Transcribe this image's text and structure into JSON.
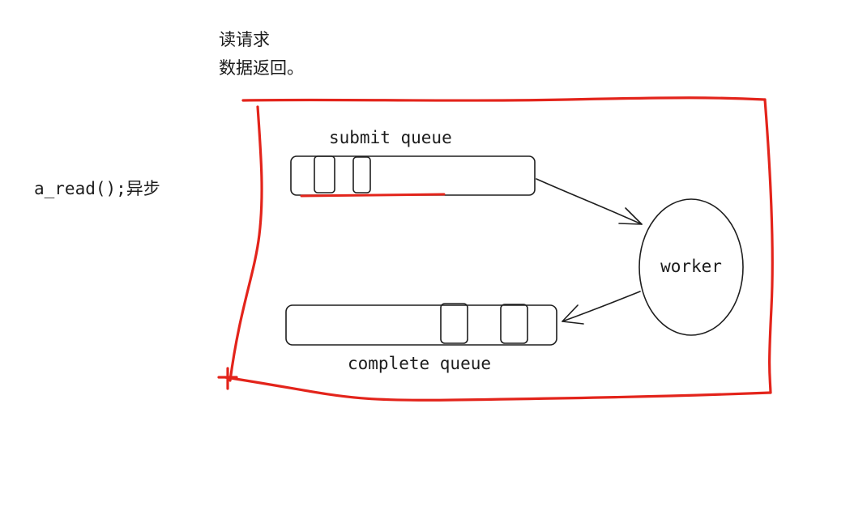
{
  "notes": {
    "read_request": "读请求",
    "data_return": "数据返回。",
    "async_call": "a_read();异步"
  },
  "diagram": {
    "submit_queue_label": "submit queue",
    "complete_queue_label": "complete queue",
    "worker_label": "worker",
    "submit_queue_slots": 2,
    "complete_queue_slots": 2,
    "colors": {
      "frame": "#e3241b",
      "ink": "#1e1e1e",
      "background": "#ffffff"
    }
  }
}
